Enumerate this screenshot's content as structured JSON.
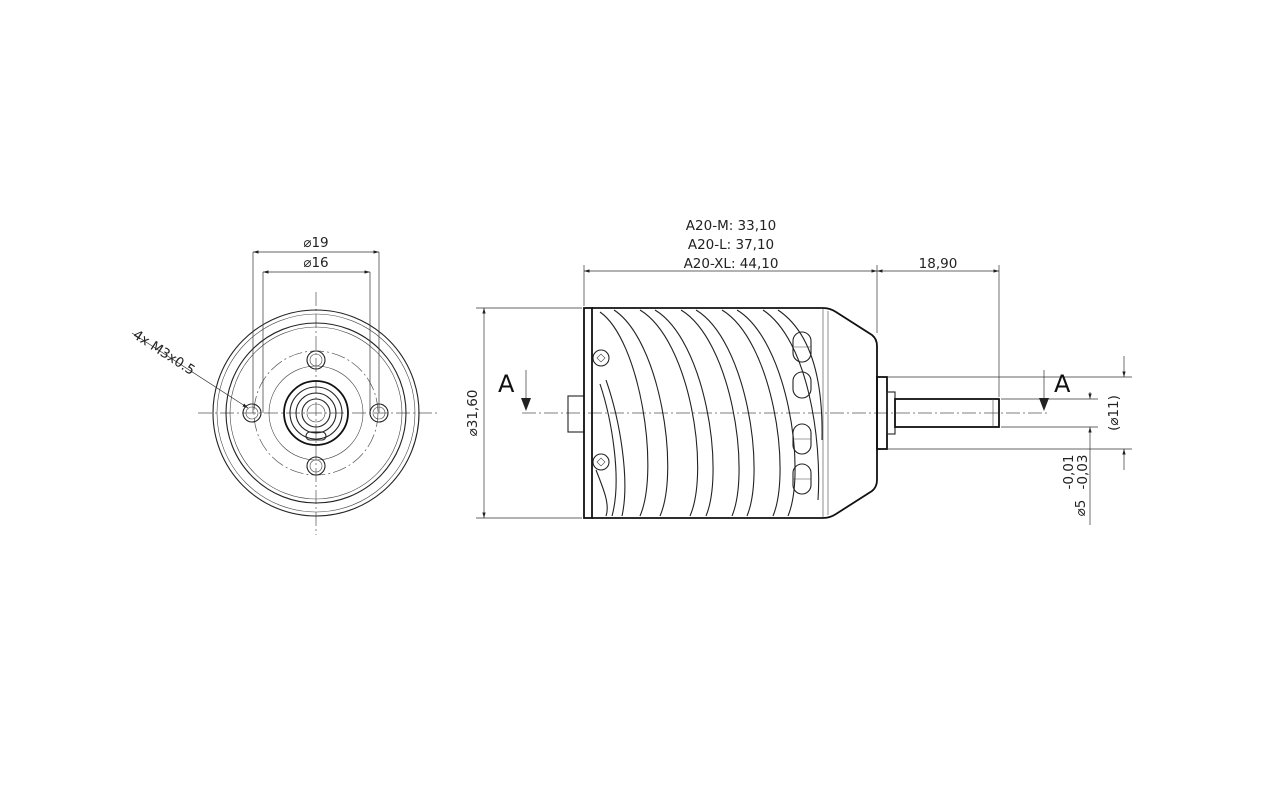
{
  "front_view": {
    "dia_outer": "⌀19",
    "dia_inner": "⌀16",
    "thread_note": "4x M3x0.5"
  },
  "side_view": {
    "length_m": "A20-M: 33,10",
    "length_l": "A20-L: 37,10",
    "length_xl": "A20-XL: 44,10",
    "shaft_length": "18,90",
    "body_dia": "⌀31,60",
    "collar_dia": "(⌀11)",
    "shaft_dia": "⌀5",
    "tol_upper": "-0,01",
    "tol_lower": "-0,03",
    "section_left": "A",
    "section_right": "A"
  }
}
